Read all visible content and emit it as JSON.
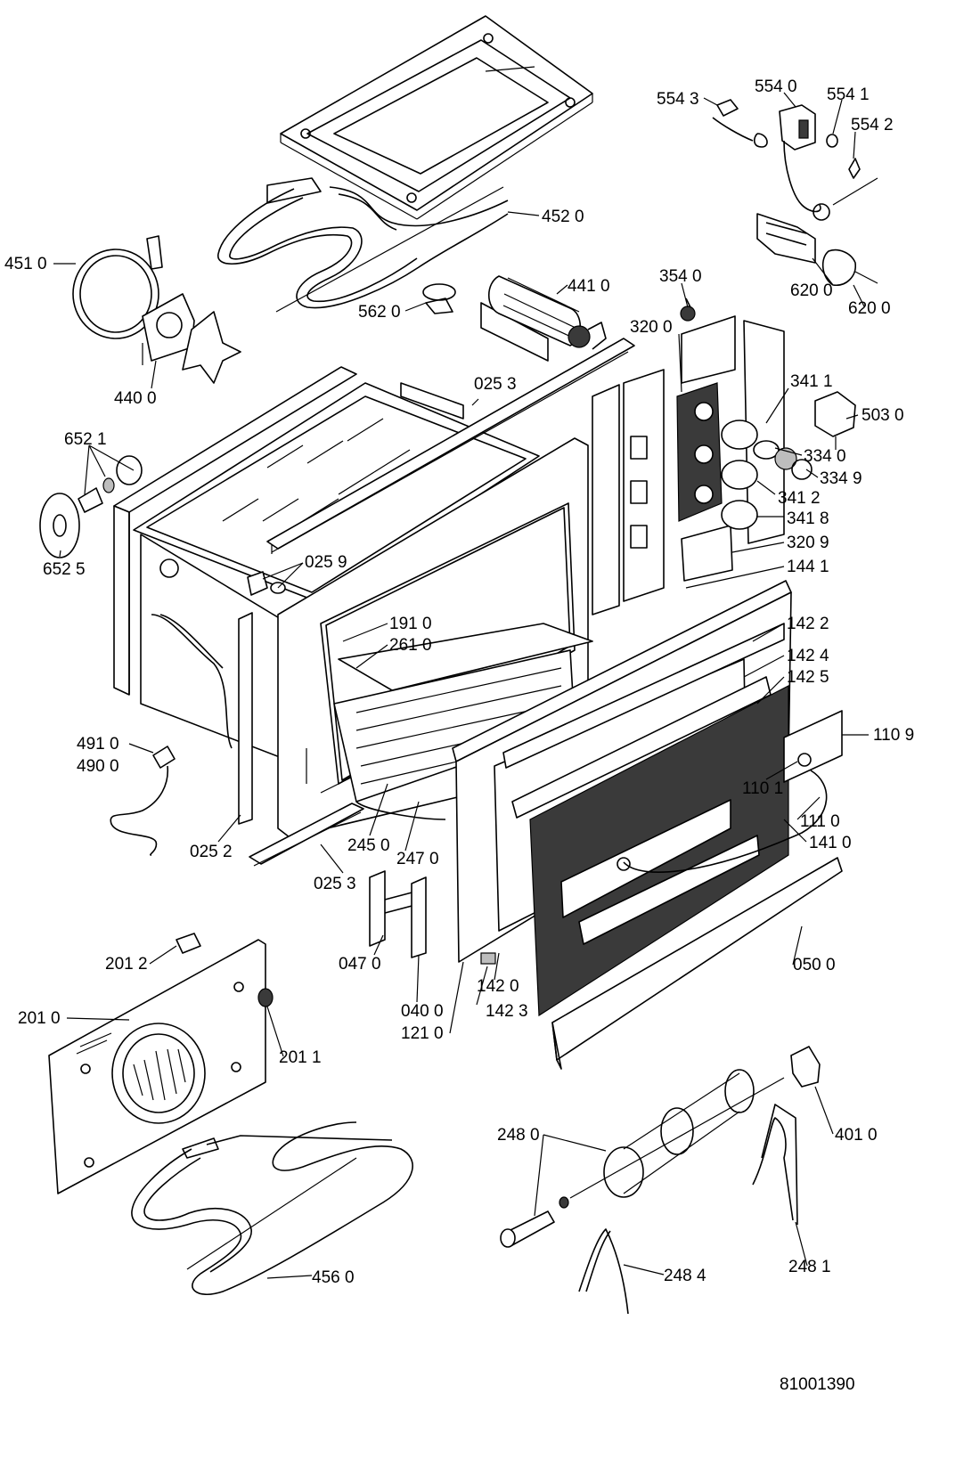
{
  "diagram": {
    "drawing_number": "81001390",
    "labels": [
      "554 3",
      "554 0",
      "554 1",
      "554 2",
      "452 0",
      "451 0",
      "562 0",
      "441 0",
      "354 0",
      "620 0",
      "620 0",
      "440 0",
      "320 0",
      "025 3",
      "341 1",
      "503 0",
      "652 1",
      "334 0",
      "334 9",
      "341 2",
      "341 8",
      "652 5",
      "320 9",
      "025 9",
      "144 1",
      "191 0",
      "142 2",
      "261 0",
      "142 4",
      "142 5",
      "491 0",
      "490 0",
      "110 9",
      "110 1",
      "111 0",
      "141 0",
      "245 0",
      "247 0",
      "025 2",
      "025 3",
      "047 0",
      "201 2",
      "050 0",
      "142 0",
      "040 0",
      "142 3",
      "201 0",
      "121 0",
      "201 1",
      "248 0",
      "401 0",
      "248 4",
      "248 1",
      "456 0"
    ]
  }
}
